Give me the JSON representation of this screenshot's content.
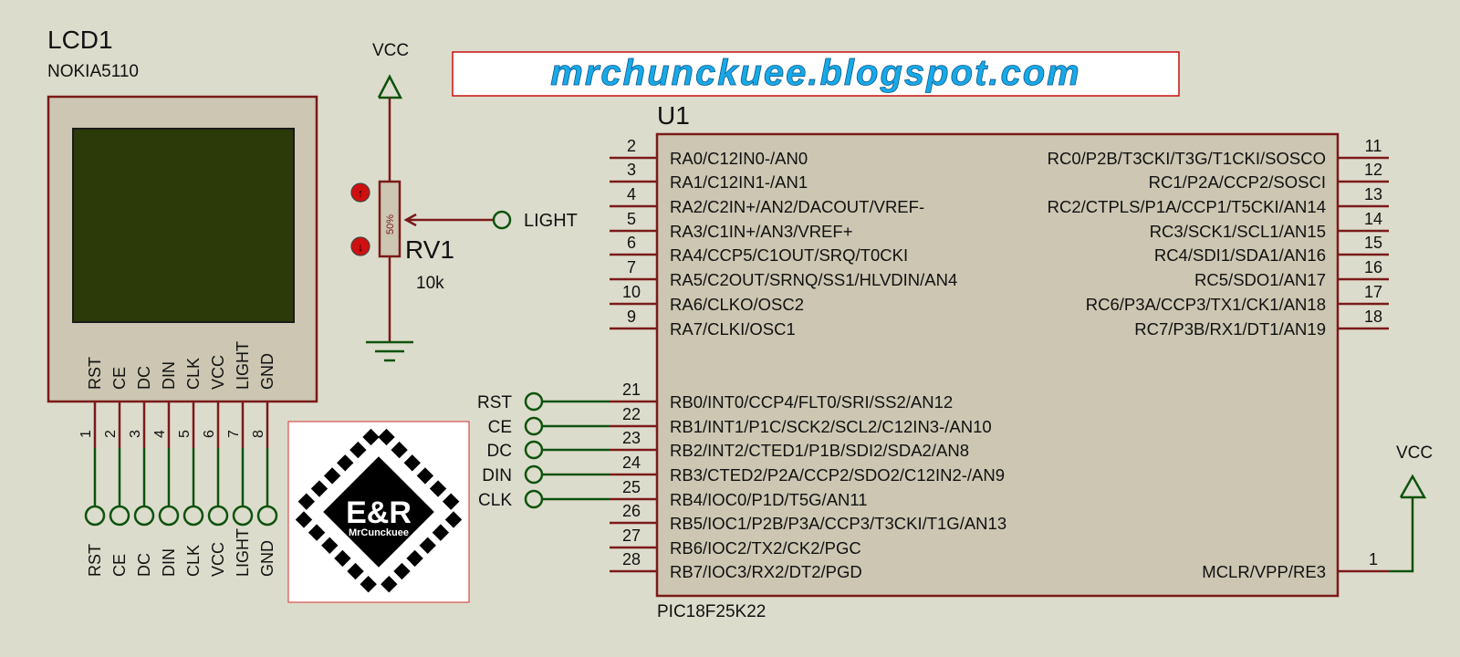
{
  "watermark": {
    "url": "mrchunckuee.blogspot.com"
  },
  "lcd": {
    "ref": "LCD1",
    "part": "NOKIA5110",
    "pins": [
      {
        "num": "1",
        "name": "RST"
      },
      {
        "num": "2",
        "name": "CE"
      },
      {
        "num": "3",
        "name": "DC"
      },
      {
        "num": "4",
        "name": "DIN"
      },
      {
        "num": "5",
        "name": "CLK"
      },
      {
        "num": "6",
        "name": "VCC"
      },
      {
        "num": "7",
        "name": "LIGHT"
      },
      {
        "num": "8",
        "name": "GND"
      }
    ]
  },
  "pot": {
    "ref": "RV1",
    "value": "10k",
    "position": "50%",
    "supply": "VCC",
    "net": "LIGHT"
  },
  "logo": {
    "title": "E&R",
    "subtitle": "MrCunckuee"
  },
  "mcu": {
    "ref": "U1",
    "part": "PIC18F25K22",
    "left_pins": [
      {
        "num": "2",
        "label": "RA0/C12IN0-/AN0"
      },
      {
        "num": "3",
        "label": "RA1/C12IN1-/AN1"
      },
      {
        "num": "4",
        "label": "RA2/C2IN+/AN2/DACOUT/VREF-"
      },
      {
        "num": "5",
        "label": "RA3/C1IN+/AN3/VREF+"
      },
      {
        "num": "6",
        "label": "RA4/CCP5/C1OUT/SRQ/T0CKI"
      },
      {
        "num": "7",
        "label": "RA5/C2OUT/SRNQ/SS1/HLVDIN/AN4"
      },
      {
        "num": "10",
        "label": "RA6/CLKO/OSC2"
      },
      {
        "num": "9",
        "label": "RA7/CLKI/OSC1"
      },
      {
        "num": "21",
        "label": "RB0/INT0/CCP4/FLT0/SRI/SS2/AN12",
        "net": "RST"
      },
      {
        "num": "22",
        "label": "RB1/INT1/P1C/SCK2/SCL2/C12IN3-/AN10",
        "net": "CE"
      },
      {
        "num": "23",
        "label": "RB2/INT2/CTED1/P1B/SDI2/SDA2/AN8",
        "net": "DC"
      },
      {
        "num": "24",
        "label": "RB3/CTED2/P2A/CCP2/SDO2/C12IN2-/AN9",
        "net": "DIN"
      },
      {
        "num": "25",
        "label": "RB4/IOC0/P1D/T5G/AN11",
        "net": "CLK"
      },
      {
        "num": "26",
        "label": "RB5/IOC1/P2B/P3A/CCP3/T3CKI/T1G/AN13"
      },
      {
        "num": "27",
        "label": "RB6/IOC2/TX2/CK2/PGC"
      },
      {
        "num": "28",
        "label": "RB7/IOC3/RX2/DT2/PGD"
      }
    ],
    "right_pins": [
      {
        "num": "11",
        "label": "RC0/P2B/T3CKI/T3G/T1CKI/SOSCO"
      },
      {
        "num": "12",
        "label": "RC1/P2A/CCP2/SOSCI"
      },
      {
        "num": "13",
        "label": "RC2/CTPLS/P1A/CCP1/T5CKI/AN14"
      },
      {
        "num": "14",
        "label": "RC3/SCK1/SCL1/AN15"
      },
      {
        "num": "15",
        "label": "RC4/SDI1/SDA1/AN16"
      },
      {
        "num": "16",
        "label": "RC5/SDO1/AN17"
      },
      {
        "num": "17",
        "label": "RC6/P3A/CCP3/TX1/CK1/AN18"
      },
      {
        "num": "18",
        "label": "RC7/P3B/RX1/DT1/AN19"
      },
      {
        "num": "1",
        "label": "MCLR/VPP/RE3",
        "net": "VCC"
      }
    ]
  },
  "colors": {
    "wire": "#0e520e",
    "body": "#ccc6b2",
    "outline": "#7a1a1a",
    "screen": "#2b3a08",
    "watermark": "#18a9e8",
    "watermark_border": "#c81010"
  }
}
